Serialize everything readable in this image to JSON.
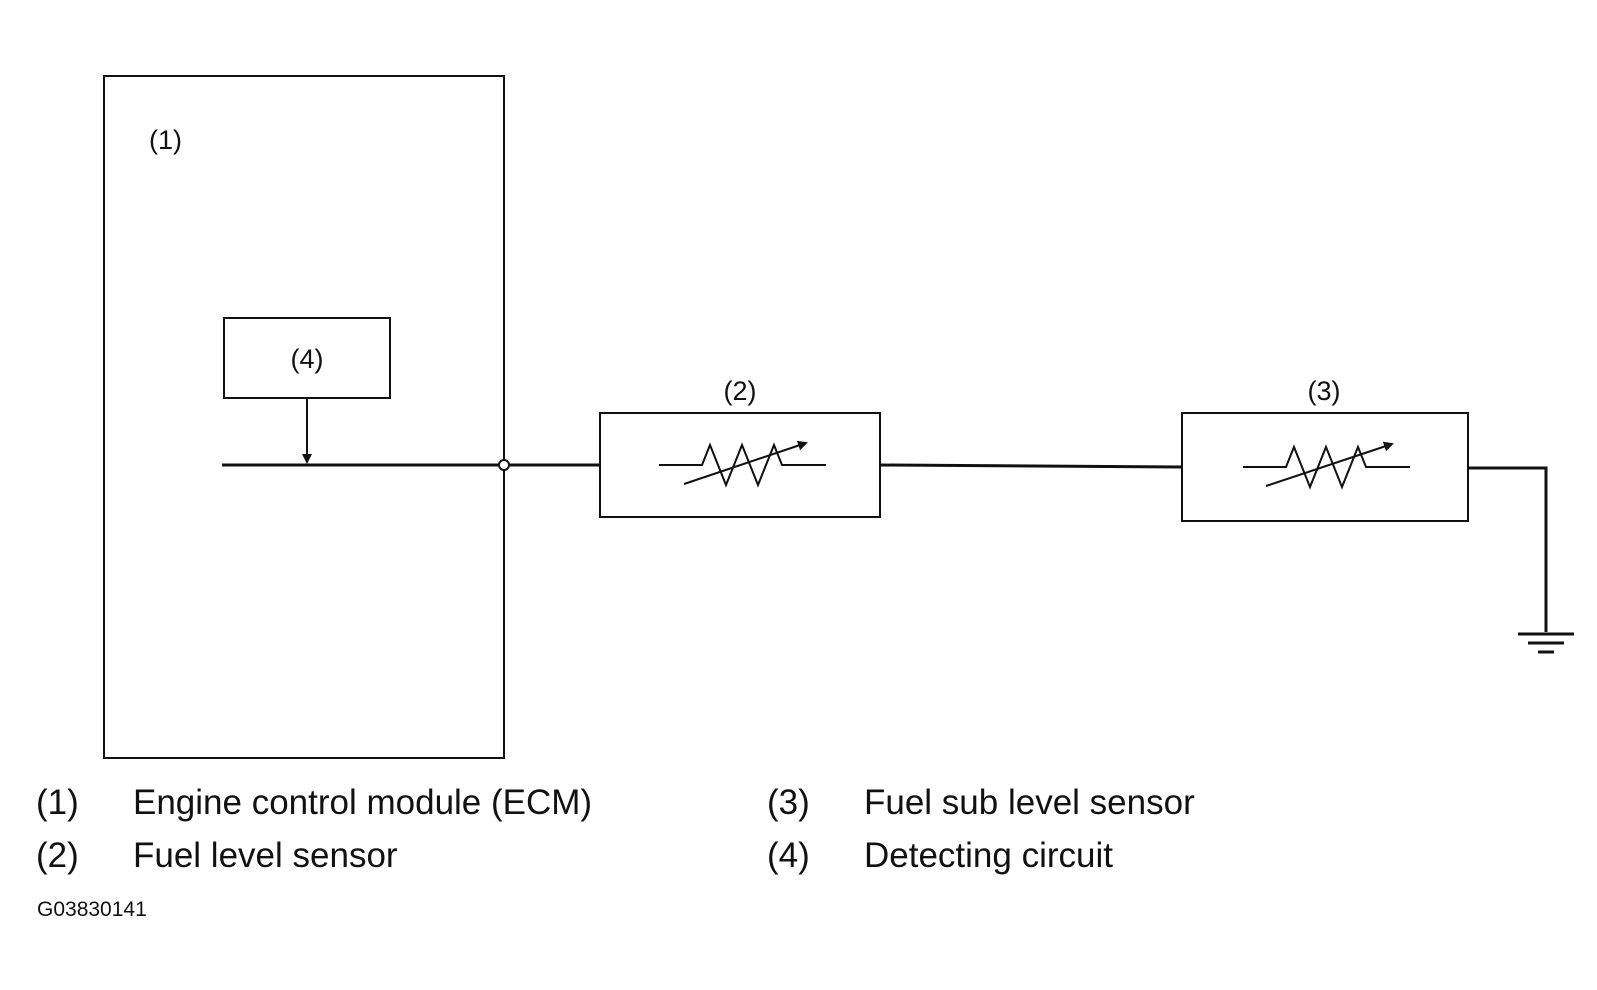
{
  "diagram": {
    "labels": {
      "ecm": "(1)",
      "fuel_level_sensor": "(2)",
      "fuel_sub_level_sensor": "(3)",
      "detecting_circuit": "(4)"
    },
    "line_color": "#111111"
  },
  "legend": {
    "items": [
      {
        "num": "(1)",
        "text": "Engine control module (ECM)"
      },
      {
        "num": "(2)",
        "text": "Fuel level sensor"
      },
      {
        "num": "(3)",
        "text": "Fuel sub level sensor"
      },
      {
        "num": "(4)",
        "text": "Detecting circuit"
      }
    ]
  },
  "figure_code": "G03830141"
}
